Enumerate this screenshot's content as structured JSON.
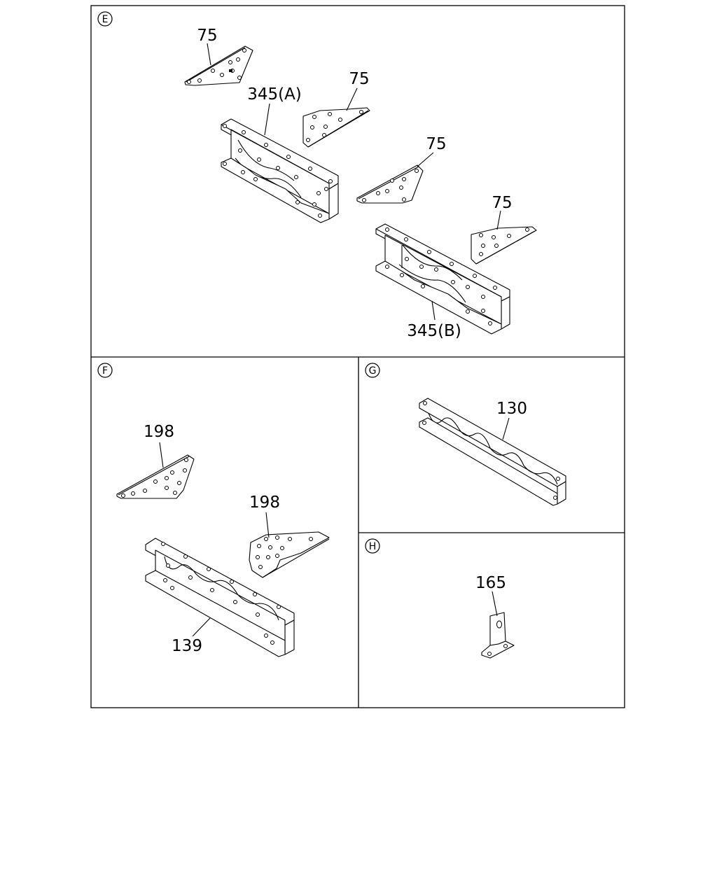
{
  "sections": {
    "E": {
      "badge": "E",
      "labels": {
        "a": "75",
        "b": "75",
        "c": "75",
        "d": "75",
        "frame_a": "345(A)",
        "frame_b": "345(B)"
      }
    },
    "F": {
      "badge": "F",
      "labels": {
        "a": "198",
        "b": "198",
        "c": "139"
      }
    },
    "G": {
      "badge": "G",
      "labels": {
        "a": "130"
      }
    },
    "H": {
      "badge": "H",
      "labels": {
        "a": "165"
      }
    }
  }
}
